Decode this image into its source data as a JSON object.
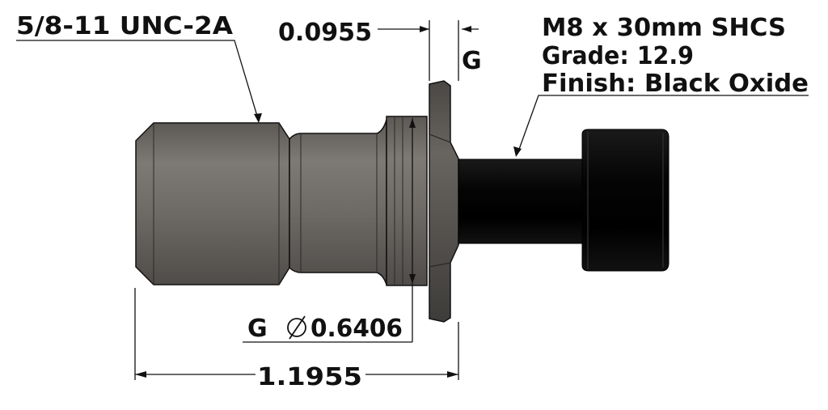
{
  "drawing": {
    "thread_callout": "5/8-11 UNC-2A",
    "flange_dim": "0.0955",
    "flange_datum": "G",
    "diameter_datum": "G",
    "diameter_value": "0.6406",
    "length_dim": "1.1955",
    "screw_note": {
      "line1": "M8 x 30mm SHCS",
      "line2": "Grade: 12.9",
      "line3": "Finish: Black Oxide"
    }
  },
  "colors": {
    "line": "#111111",
    "part_metal": "#6f6b67",
    "screw_black": "#0a0a0a"
  }
}
